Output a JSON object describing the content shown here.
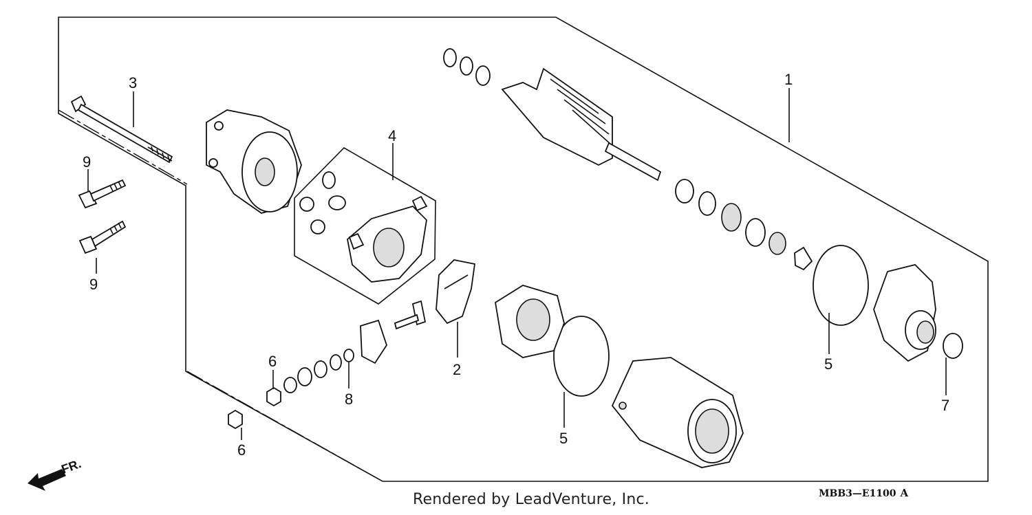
{
  "diagram": {
    "callouts": [
      {
        "id": "c1",
        "label": "1"
      },
      {
        "id": "c2",
        "label": "2"
      },
      {
        "id": "c3",
        "label": "3"
      },
      {
        "id": "c4",
        "label": "4"
      },
      {
        "id": "c5a",
        "label": "5"
      },
      {
        "id": "c5b",
        "label": "5"
      },
      {
        "id": "c6a",
        "label": "6"
      },
      {
        "id": "c6b",
        "label": "6"
      },
      {
        "id": "c7",
        "label": "7"
      },
      {
        "id": "c8",
        "label": "8"
      },
      {
        "id": "c9a",
        "label": "9"
      },
      {
        "id": "c9b",
        "label": "9"
      }
    ],
    "front_marker": "FR.",
    "footer": "Rendered by LeadVenture, Inc.",
    "diagram_code": "MBB3—E1100",
    "diagram_code_suffix": "A"
  }
}
